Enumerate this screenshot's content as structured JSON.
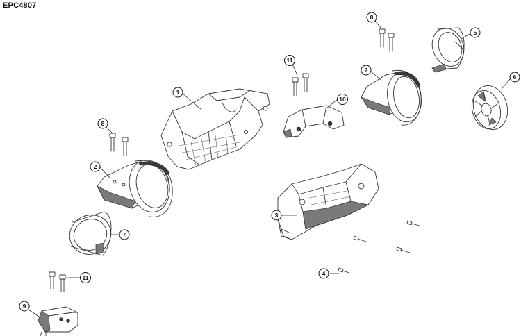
{
  "diagram": {
    "code": "EPC4807",
    "callouts": [
      {
        "id": "c1",
        "label": "1"
      },
      {
        "id": "c2a",
        "label": "2"
      },
      {
        "id": "c2b",
        "label": "2"
      },
      {
        "id": "c3",
        "label": "3"
      },
      {
        "id": "c4",
        "label": "4"
      },
      {
        "id": "c5",
        "label": "5"
      },
      {
        "id": "c6",
        "label": "6"
      },
      {
        "id": "c7",
        "label": "7"
      },
      {
        "id": "c8a",
        "label": "8"
      },
      {
        "id": "c8b",
        "label": "8"
      },
      {
        "id": "c9",
        "label": "9"
      },
      {
        "id": "c10",
        "label": "10"
      },
      {
        "id": "c11a",
        "label": "11"
      },
      {
        "id": "c11b",
        "label": "11"
      }
    ]
  }
}
